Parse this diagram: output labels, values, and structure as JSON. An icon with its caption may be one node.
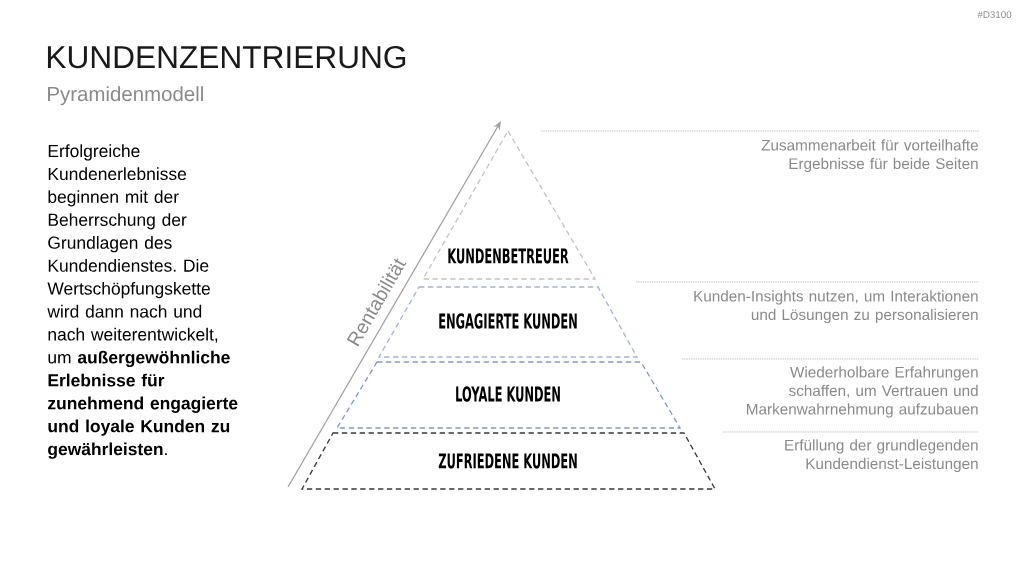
{
  "diagram": {
    "title": "KUNDENZENTRIERUNG",
    "nodes": [
      {
        "text": [
          "KUNDENBETREUER"
        ]
      },
      {
        "text": [
          "ENGAGIERTE KUNDEN"
        ]
      },
      {
        "text": [
          "LOYALE KUNDEN"
        ]
      },
      {
        "text": [
          "ZUFRIEDENE KUNDEN"
        ]
      }
    ],
    "labels": [
      "#D3100",
      "Pyramidenmodell",
      "Erfolgreiche Kundenerlebnisse beginnen mit der Beherrschung der Grundlagen des Kundendienstes. Die Wertschöpfungskette wird dann nach und nach weiterentwickelt, um **außergewöhnliche Erlebnisse für zunehmend engagierte und loyale Kunden zu gewährleisten**.",
      "Rentabilität",
      "Zusammenarbeit für vorteilhafte Ergebnisse für beide Seiten",
      "Kunden-Insights nutzen, um Interaktionen und Lösungen zu personalisieren",
      "Wiederholbare Erfahrungen schaffen, um Vertrauen und Markenwahrnehmung aufzubauen",
      "Erfüllung der grundlegenden Kundendienst-Leistungen"
    ]
  }
}
